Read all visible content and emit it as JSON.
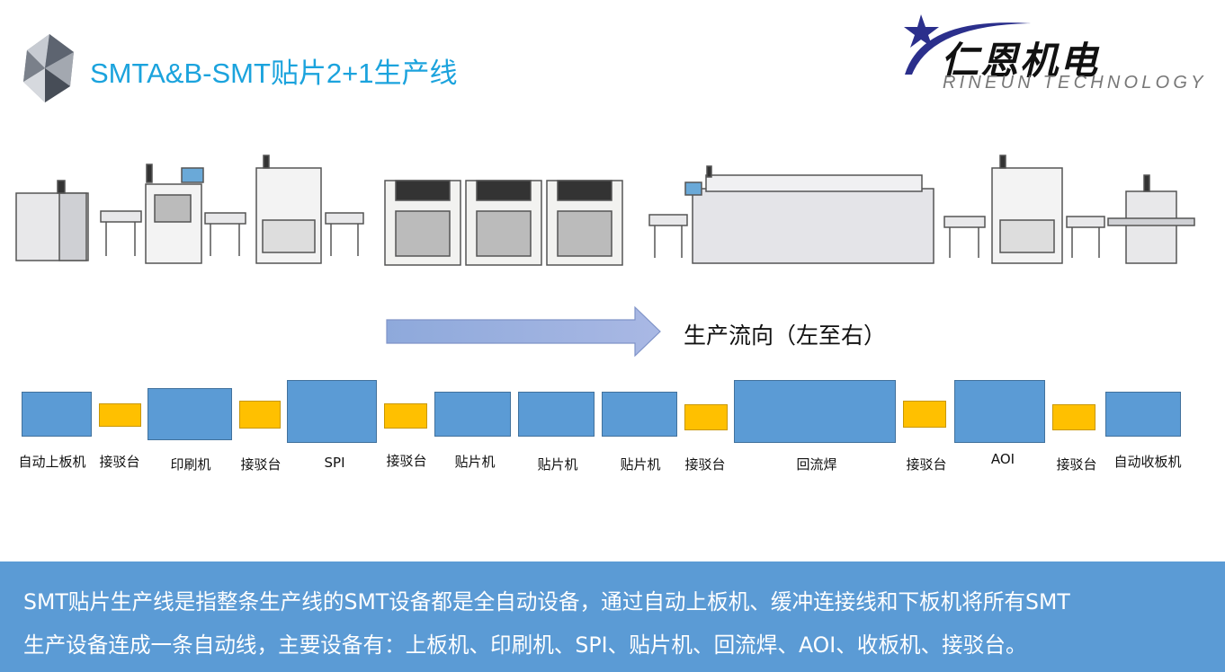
{
  "header": {
    "title": "SMTA&B-SMT贴片2+1生产线",
    "logo_cn": "仁恩机电",
    "logo_en": "RINEUN TECHNOLOGY"
  },
  "flow": {
    "label": "生产流向（左至右）"
  },
  "stations": [
    {
      "label": "自动上板机",
      "type": "machine"
    },
    {
      "label": "接驳台",
      "type": "conveyor"
    },
    {
      "label": "印刷机",
      "type": "machine"
    },
    {
      "label": "接驳台",
      "type": "conveyor"
    },
    {
      "label": "SPI",
      "type": "machine"
    },
    {
      "label": "接驳台",
      "type": "conveyor"
    },
    {
      "label": "贴片机",
      "type": "machine"
    },
    {
      "label": "贴片机",
      "type": "machine"
    },
    {
      "label": "贴片机",
      "type": "machine"
    },
    {
      "label": "接驳台",
      "type": "conveyor"
    },
    {
      "label": "回流焊",
      "type": "machine"
    },
    {
      "label": "接驳台",
      "type": "conveyor"
    },
    {
      "label": "AOI",
      "type": "machine"
    },
    {
      "label": "接驳台",
      "type": "conveyor"
    },
    {
      "label": "自动收板机",
      "type": "machine"
    }
  ],
  "description": {
    "line1": "SMT贴片生产线是指整条生产线的SMT设备都是全自动设备，通过自动上板机、缓冲连接线和下板机将所有SMT",
    "line2": "生产设备连成一条自动线，主要设备有：上板机、印刷机、SPI、贴片机、回流焊、AOI、收板机、接驳台。"
  },
  "colors": {
    "machine": "#5b9bd5",
    "conveyor": "#ffc000",
    "title": "#1ba3dd",
    "band": "#5b9bd5"
  }
}
